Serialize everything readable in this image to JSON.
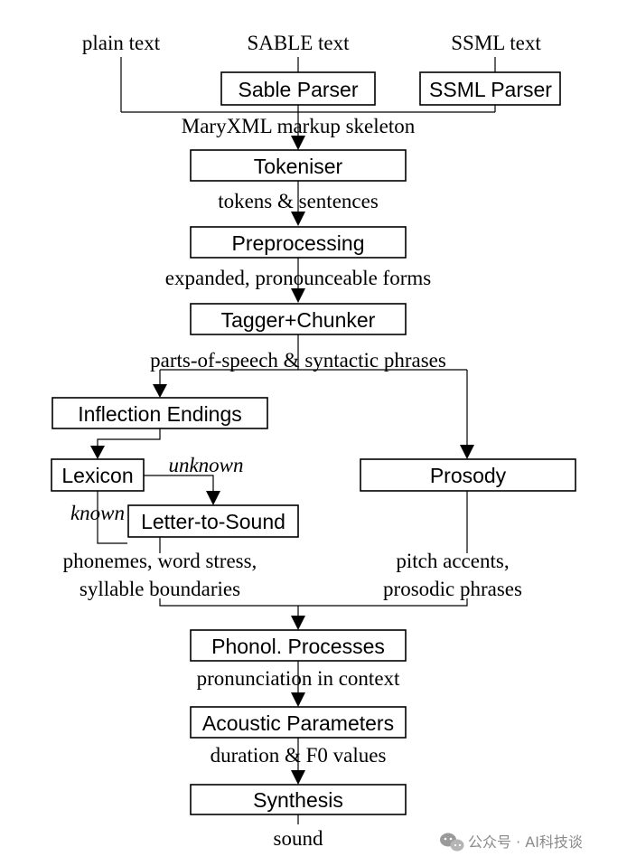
{
  "inputs": {
    "plain": "plain text",
    "sable": "SABLE text",
    "ssml": "SSML text"
  },
  "modules": {
    "sable_parser": "Sable Parser",
    "ssml_parser": "SSML Parser",
    "tokeniser": "Tokeniser",
    "preprocessing": "Preprocessing",
    "tagger_chunker": "Tagger+Chunker",
    "inflection_endings": "Inflection Endings",
    "lexicon": "Lexicon",
    "letter_to_sound": "Letter-to-Sound",
    "prosody": "Prosody",
    "phonol_processes": "Phonol. Processes",
    "acoustic_parameters": "Acoustic Parameters",
    "synthesis": "Synthesis"
  },
  "edges": {
    "markup_skeleton": "MaryXML markup skeleton",
    "tokens_sentences": "tokens & sentences",
    "expanded_forms": "expanded, pronounceable forms",
    "pos_phrases": "parts-of-speech & syntactic phrases",
    "unknown": "unknown",
    "known": "known",
    "phonemes_1": "phonemes, word stress,",
    "phonemes_2": "syllable boundaries",
    "pitch_1": "pitch accents,",
    "pitch_2": "prosodic phrases",
    "pron_context": "pronunciation in context",
    "duration_f0": "duration & F0 values",
    "sound": "sound"
  },
  "watermark": {
    "text": "公众号 · AI科技谈",
    "icon": "wechat-icon"
  }
}
